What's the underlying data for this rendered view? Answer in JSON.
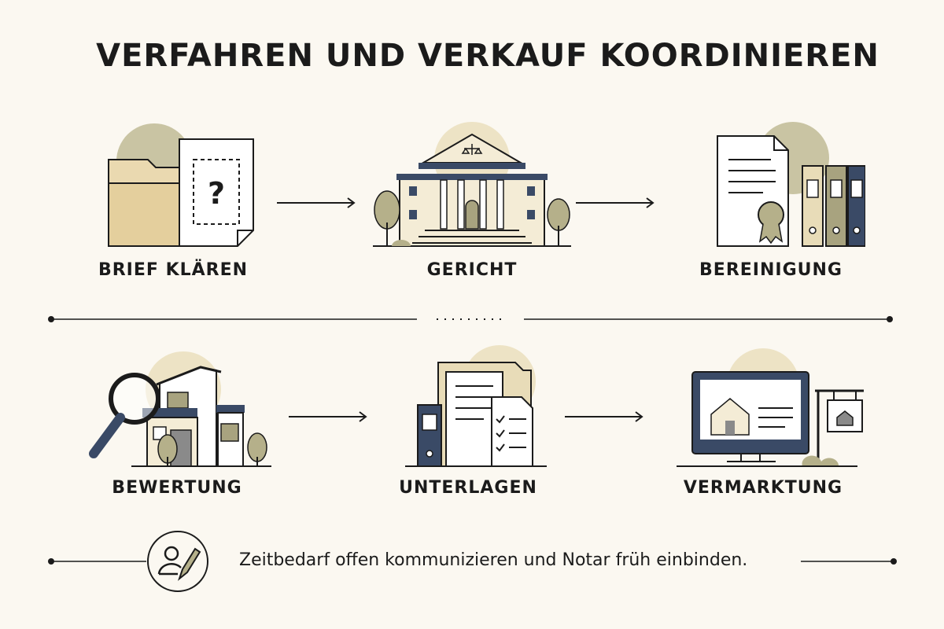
{
  "title": "VERFAHREN UND VERKAUF KOORDINIEREN",
  "steps": [
    {
      "label": "BRIEF KLÄREN",
      "icon": "folder-question-icon"
    },
    {
      "label": "GERICHT",
      "icon": "courthouse-icon"
    },
    {
      "label": "BEREINIGUNG",
      "icon": "certificate-binders-icon"
    },
    {
      "label": "BEWERTUNG",
      "icon": "house-magnifier-icon"
    },
    {
      "label": "UNTERLAGEN",
      "icon": "documents-checklist-icon"
    },
    {
      "label": "VERMARKTUNG",
      "icon": "monitor-sale-sign-icon"
    }
  ],
  "footer": {
    "text": "Zeitbedarf offen kommunizieren und Notar früh einbinden.",
    "icon": "person-pen-icon"
  },
  "colors": {
    "background": "#fbf8f1",
    "ink": "#1b1b1b",
    "navy": "#3a4a66",
    "olive": "#b5b08a",
    "sand": "#e8dcb8",
    "paper": "#ffffff"
  }
}
